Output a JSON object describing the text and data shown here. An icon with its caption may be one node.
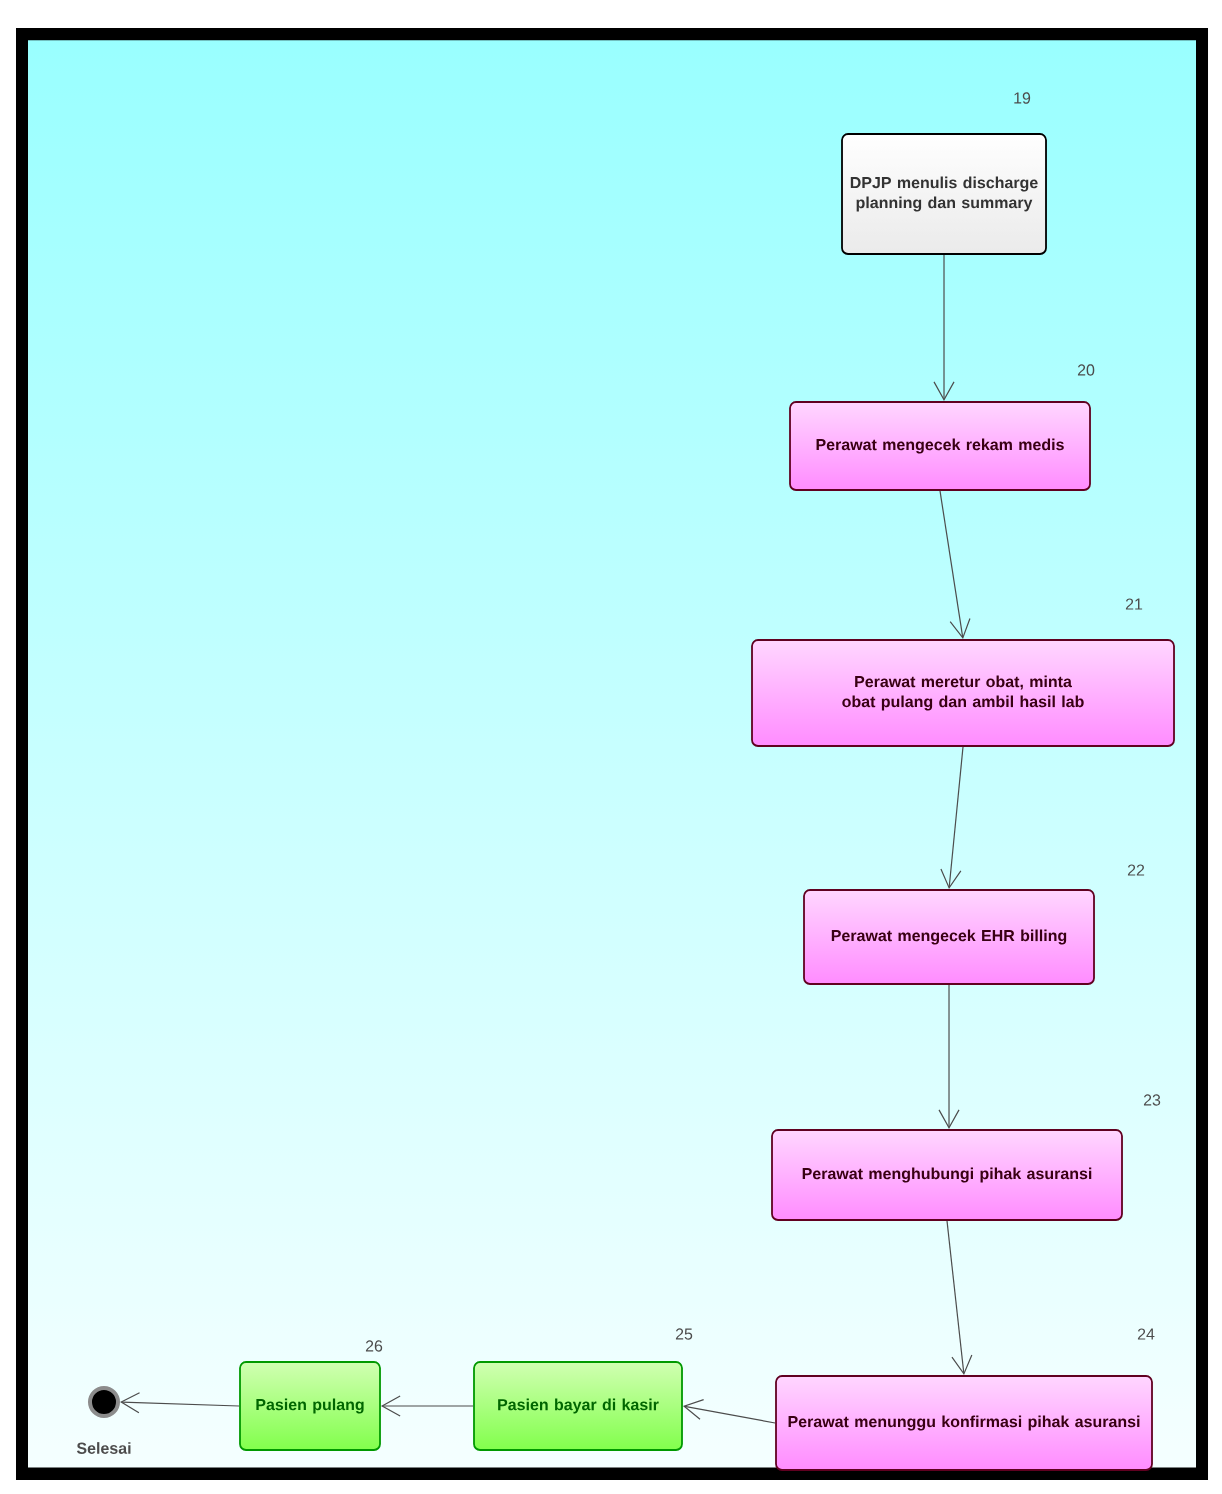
{
  "diagram": {
    "nodes": [
      {
        "text": [
          "DPJP menulis discharge planning dan summary"
        ],
        "beside": [
          "19"
        ]
      },
      {
        "text": [
          "Perawat mengecek rekam medis"
        ],
        "beside": [
          "20"
        ]
      },
      {
        "text": [
          "Perawat meretur obat, minta obat pulang dan ambil hasil lab"
        ],
        "beside": [
          "21"
        ]
      },
      {
        "text": [
          "Perawat mengecek EHR billing"
        ],
        "beside": [
          "22"
        ]
      },
      {
        "text": [
          "Perawat menghubungi pihak asuransi"
        ],
        "beside": [
          "23"
        ]
      },
      {
        "text": [
          "Perawat menunggu konfirmasi pihak asuransi"
        ],
        "beside": [
          "24"
        ]
      },
      {
        "text": [
          "Pasien bayar  di kasir"
        ],
        "beside": [
          "25"
        ]
      },
      {
        "text": [
          "Pasien pulang"
        ],
        "beside": [
          "26"
        ]
      },
      {
        "text": [],
        "shape": "circle",
        "beside": [
          "Selesai"
        ]
      }
    ],
    "edges": [
      {
        "from": 0,
        "to": 1,
        "arrow": "to"
      },
      {
        "from": 1,
        "to": 2,
        "arrow": "to"
      },
      {
        "from": 2,
        "to": 3,
        "arrow": "to"
      },
      {
        "from": 3,
        "to": 4,
        "arrow": "to"
      },
      {
        "from": 4,
        "to": 5,
        "arrow": "to"
      },
      {
        "from": 5,
        "to": 6,
        "arrow": "to"
      },
      {
        "from": 6,
        "to": 7,
        "arrow": "to"
      },
      {
        "from": 7,
        "to": 8,
        "arrow": "to"
      }
    ]
  }
}
